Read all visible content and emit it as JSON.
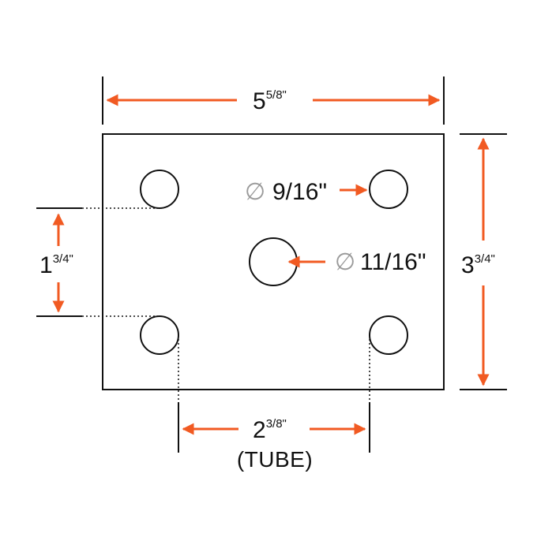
{
  "colors": {
    "arrow": "#f15a22",
    "line": "#111111",
    "symbol": "#9a9a9a",
    "background": "#ffffff"
  },
  "dimensions": {
    "width": {
      "whole": "5",
      "fraction": "5/8\""
    },
    "height": {
      "whole": "3",
      "fraction": "3/4\""
    },
    "hole_spacing": {
      "whole": "1",
      "fraction": "3/4\""
    },
    "tube_width": {
      "whole": "2",
      "fraction": "3/8\"",
      "note": "(TUBE)"
    }
  },
  "holes": {
    "small": {
      "symbol": "∅",
      "size": "9/16\""
    },
    "center": {
      "symbol": "∅",
      "size": "11/16\""
    }
  }
}
